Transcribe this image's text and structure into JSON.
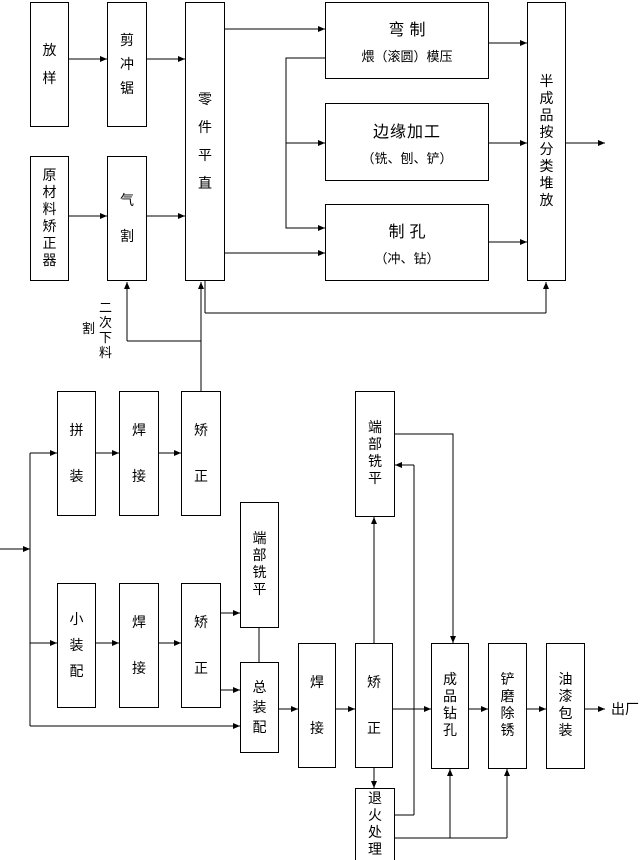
{
  "boxes": {
    "fangyang": "放样",
    "jianchongju": "剪冲锯",
    "yuancailiao": "原材料矫正器",
    "qige": "气割",
    "lingjian_pingzhi": "零件平直",
    "wanzhi_title": "弯 制",
    "wanzhi_sub": "煨（滚圆）模压",
    "bianyuan_title": "边缘加工",
    "bianyuan_sub": "（铣、刨、铲）",
    "zhikong_title": "制 孔",
    "zhikong_sub": "（冲、钻）",
    "banchengpin": "半成品按分类堆放",
    "pinzhuang": "拼装",
    "hanjie1": "焊接",
    "jiaozheng1": "矫正",
    "xiaozhuangpei": "小装配",
    "hanjie2": "焊接",
    "jiaozheng2": "矫正",
    "duanbu_xiping1": "端部铣平",
    "zongzhuangpei": "总装配",
    "hanjie3": "焊接",
    "jiaozheng3": "矫正",
    "duanbu_xiping2": "端部铣平",
    "chengpin_zuankong": "成品钻孔",
    "chanmo_chuxiu": "铲磨除锈",
    "youqi_baozhuang": "油漆包装",
    "tuihuo_chuli": "退火处理"
  },
  "labels": {
    "ercixialiao_a": "二次下料",
    "ercixialiao_b": "割",
    "chuchang": "出厂"
  }
}
